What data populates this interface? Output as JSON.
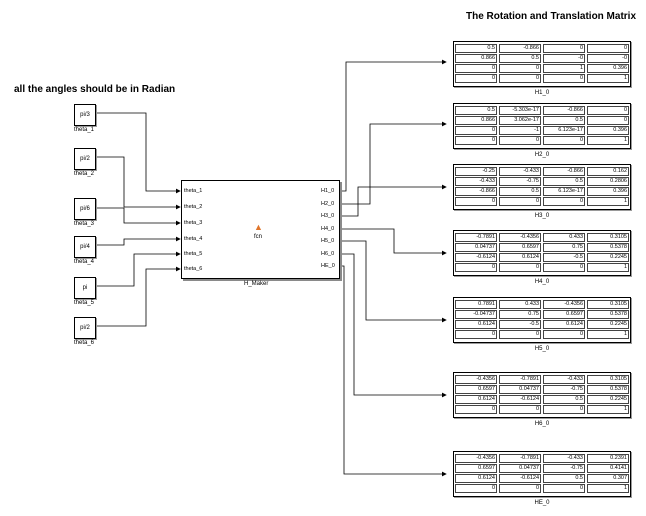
{
  "header": {
    "title": "The Rotation and Translation Matrix"
  },
  "note": "all the angles should be in Radian",
  "constants": [
    {
      "value": "pi/3",
      "label": "theta_1"
    },
    {
      "value": "pi/2",
      "label": "theta_2"
    },
    {
      "value": "pi/6",
      "label": "theta_3"
    },
    {
      "value": "pi/4",
      "label": "theta_4"
    },
    {
      "value": "pi",
      "label": "theta_5"
    },
    {
      "value": "pi/2",
      "label": "theta_6"
    }
  ],
  "function_block": {
    "name": "H_Maker",
    "label": "fcn",
    "inputs": [
      "theta_1",
      "theta_2",
      "theta_3",
      "theta_4",
      "theta_5",
      "theta_6"
    ],
    "outputs": [
      "H1_0",
      "H2_0",
      "H3_0",
      "H4_0",
      "H5_0",
      "H6_0",
      "HE_0"
    ]
  },
  "displays": [
    {
      "name": "H1_0",
      "rows": [
        [
          "0.5",
          "-0.866",
          "0",
          "0"
        ],
        [
          "0.866",
          "0.5",
          "-0",
          "-0"
        ],
        [
          "0",
          "0",
          "1",
          "0.396"
        ],
        [
          "0",
          "0",
          "0",
          "1"
        ]
      ]
    },
    {
      "name": "H2_0",
      "rows": [
        [
          "0.5",
          "-5.303e-17",
          "-0.866",
          "0"
        ],
        [
          "0.866",
          "3.062e-17",
          "0.5",
          "0"
        ],
        [
          "0",
          "-1",
          "6.123e-17",
          "0.396"
        ],
        [
          "0",
          "0",
          "0",
          "1"
        ]
      ]
    },
    {
      "name": "H3_0",
      "rows": [
        [
          "-0.25",
          "-0.433",
          "-0.866",
          "0.162"
        ],
        [
          "-0.433",
          "-0.75",
          "0.5",
          "0.2806"
        ],
        [
          "-0.866",
          "0.5",
          "6.123e-17",
          "0.396"
        ],
        [
          "0",
          "0",
          "0",
          "1"
        ]
      ]
    },
    {
      "name": "H4_0",
      "rows": [
        [
          "-0.7891",
          "-0.4356",
          "0.433",
          "0.3105"
        ],
        [
          "0.04737",
          "0.6597",
          "0.75",
          "0.5378"
        ],
        [
          "-0.6124",
          "0.6124",
          "-0.5",
          "0.2245"
        ],
        [
          "0",
          "0",
          "0",
          "1"
        ]
      ]
    },
    {
      "name": "H5_0",
      "rows": [
        [
          "0.7891",
          "0.433",
          "-0.4356",
          "0.3105"
        ],
        [
          "-0.04737",
          "0.75",
          "0.6597",
          "0.5378"
        ],
        [
          "0.6124",
          "-0.5",
          "0.6124",
          "0.2245"
        ],
        [
          "0",
          "0",
          "0",
          "1"
        ]
      ]
    },
    {
      "name": "H6_0",
      "rows": [
        [
          "-0.4356",
          "-0.7891",
          "-0.433",
          "0.3105"
        ],
        [
          "0.6597",
          "0.04737",
          "-0.75",
          "0.5378"
        ],
        [
          "0.6124",
          "-0.6124",
          "0.5",
          "0.2245"
        ],
        [
          "0",
          "0",
          "0",
          "1"
        ]
      ]
    },
    {
      "name": "HE_0",
      "rows": [
        [
          "-0.4356",
          "-0.7891",
          "-0.433",
          "0.2391"
        ],
        [
          "0.6597",
          "0.04737",
          "-0.75",
          "0.4141"
        ],
        [
          "0.6124",
          "-0.6124",
          "0.5",
          "0.307"
        ],
        [
          "0",
          "0",
          "0",
          "1"
        ]
      ]
    }
  ]
}
